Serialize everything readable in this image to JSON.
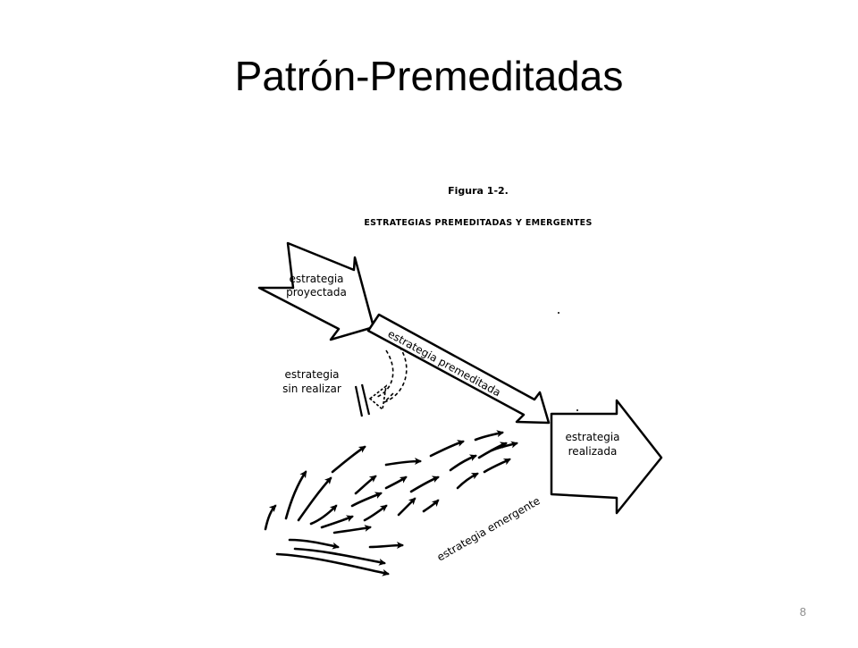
{
  "slide": {
    "title": "Patrón-Premeditadas",
    "page_number": "8"
  },
  "figure": {
    "caption": "Figura 1-2.",
    "heading": "ESTRATEGIAS PREMEDITADAS Y EMERGENTES",
    "intended_label_line1": "estrategia",
    "intended_label_line2": "proyectada",
    "deliberate_label": "estrategia premeditada",
    "unrealized_label_line1": "estrategia",
    "unrealized_label_line2": "sin realizar",
    "realized_label_line1": "estrategia",
    "realized_label_line2": "realizada",
    "emergent_label": "estrategia emergente"
  },
  "colors": {
    "ink": "#000000",
    "background": "#ffffff",
    "page_number": "#8c8c8c"
  }
}
